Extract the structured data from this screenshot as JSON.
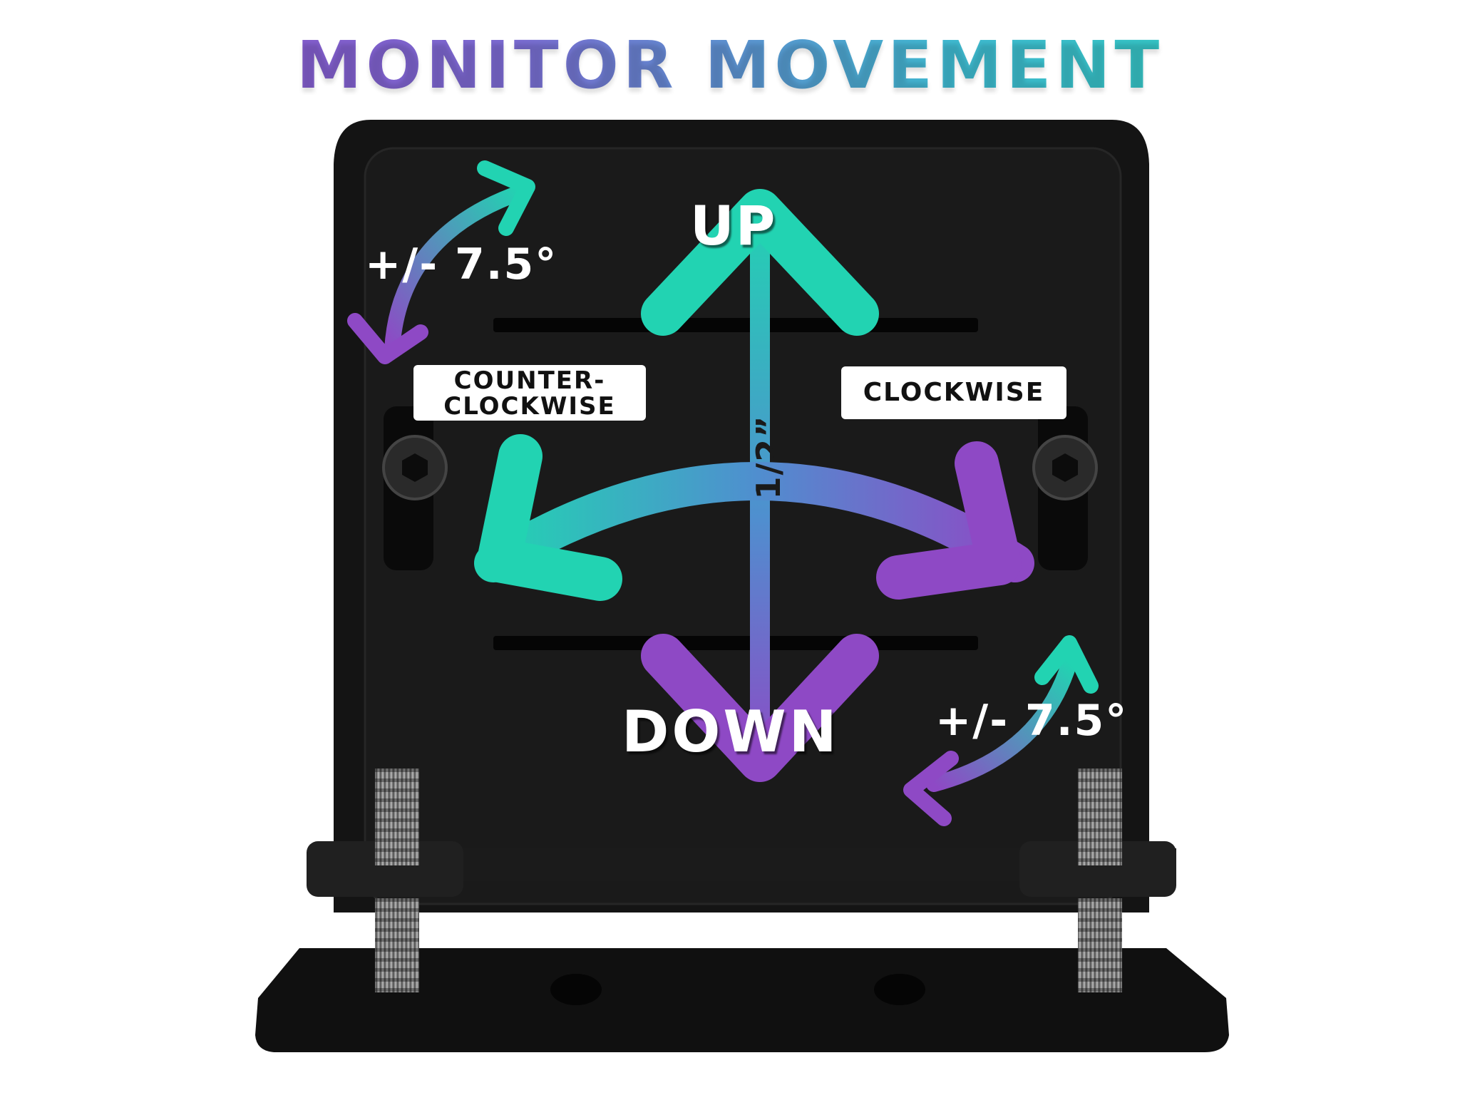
{
  "title": "MONITOR MOVEMENT",
  "labels": {
    "up": "UP",
    "down": "DOWN",
    "counter_clockwise": "COUNTER-\nCLOCKWISE",
    "clockwise": "CLOCKWISE",
    "vertical_travel": "1/2”",
    "rotation_top": "+/- 7.5°",
    "rotation_bottom": "+/- 7.5°"
  },
  "colors": {
    "teal": "#22d3b2",
    "purple": "#8e49c5",
    "mount_black": "#151515"
  }
}
